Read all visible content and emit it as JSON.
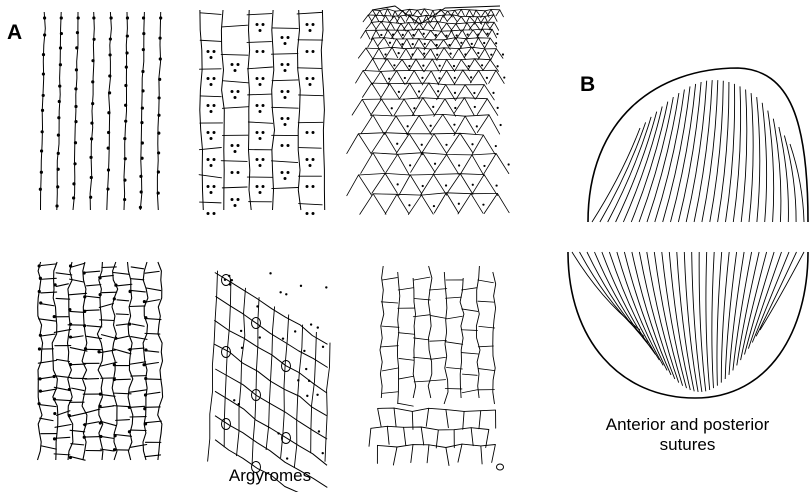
{
  "panels": {
    "a": {
      "letter": "A",
      "caption": "Argyromes"
    },
    "b": {
      "letter": "B",
      "caption_line1": "Anterior and posterior",
      "caption_line2": "sutures"
    }
  },
  "colors": {
    "ink": "#000000",
    "background": "#ffffff"
  }
}
